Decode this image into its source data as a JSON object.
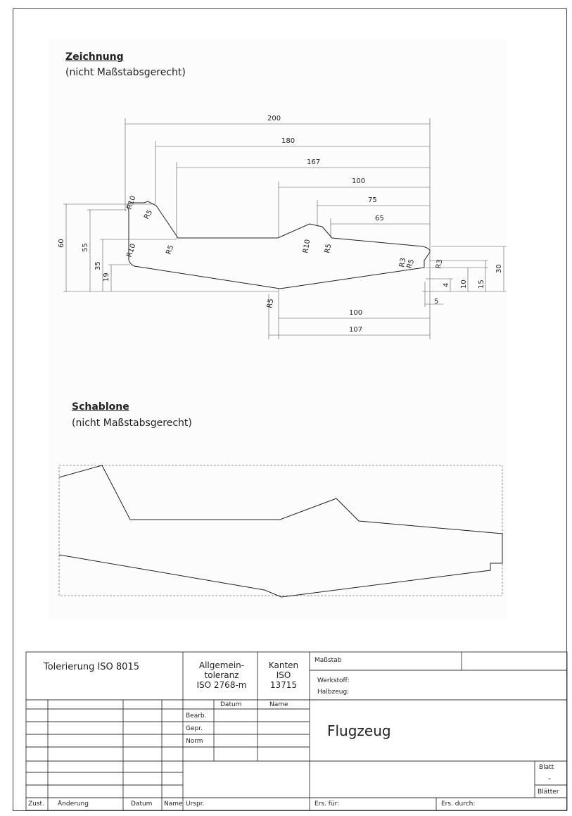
{
  "drawing": {
    "title": "Zeichnung",
    "subtitle": "(nicht Maßstabsgerecht)",
    "dims": {
      "d200": "200",
      "d180": "180",
      "d167": "167",
      "d100top": "100",
      "d75": "75",
      "d65": "65",
      "d60": "60",
      "d55": "55",
      "d35": "35",
      "d19": "19",
      "d30": "30",
      "d4": "4",
      "d10": "10",
      "d15": "15",
      "d5": "5",
      "d100bot": "100",
      "d107": "107",
      "r10a": "R10",
      "r5a": "R5",
      "r5b": "R5",
      "r10b": "R10",
      "r10c": "R10",
      "r5c": "R5",
      "r3a": "R3",
      "r5d": "R5",
      "r3b": "R3",
      "r5e": "R5"
    }
  },
  "template": {
    "title": "Schablone",
    "subtitle": "(nicht Maßstabsgerecht)"
  },
  "titleblock": {
    "tolerance": "Tolerierung ISO 8015",
    "general_tol_1": "Allgemein-",
    "general_tol_2": "toleranz",
    "general_tol_3": "ISO 2768-m",
    "edges_1": "Kanten",
    "edges_2": "ISO",
    "edges_3": "13715",
    "scale": "Maßstab",
    "material": "Werkstoff:",
    "semi": "Halbzeug:",
    "datum_head": "Datum",
    "name_head": "Name",
    "bearb": "Bearb.",
    "gepr": "Gepr.",
    "norm": "Norm",
    "part_name": "Flugzeug",
    "blatt": "Blatt",
    "blatt_value": "-",
    "blaetter": "Blätter",
    "zust": "Zust.",
    "aenderung": "Änderung",
    "datum_foot": "Datum",
    "name_foot": "Name",
    "urspr": "Urspr.",
    "ers_fuer": "Ers. für:",
    "ers_durch": "Ers. durch:"
  }
}
